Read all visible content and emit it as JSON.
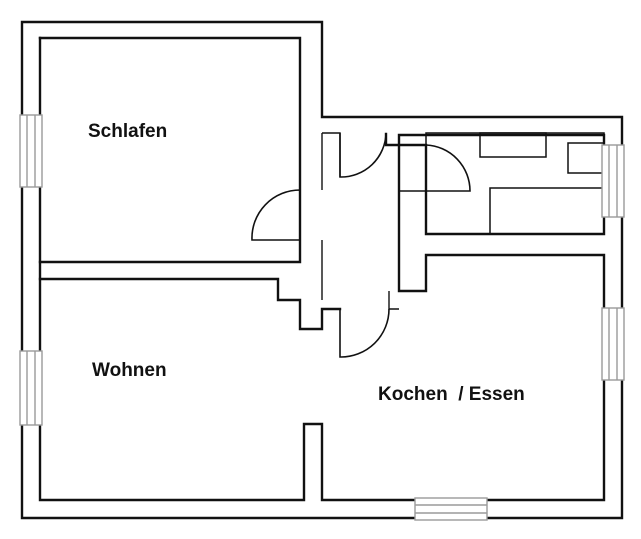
{
  "rooms": {
    "bedroom": {
      "label": "Schlafen"
    },
    "living": {
      "label": "Wohnen"
    },
    "kitchen": {
      "label": "Kochen  / Essen"
    }
  },
  "colors": {
    "wall": "#111111",
    "window": "#9a9a9a",
    "background": "#ffffff"
  }
}
